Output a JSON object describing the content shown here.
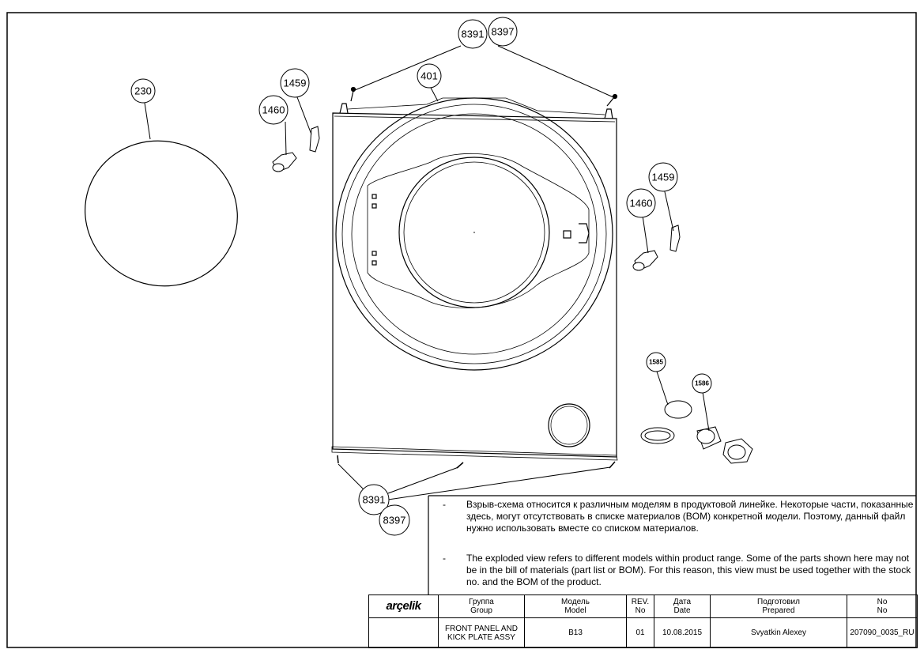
{
  "drawing": {
    "callouts": {
      "c8391_top": "8391",
      "c8397_top": "8397",
      "c401": "401",
      "c230": "230",
      "c1459_left": "1459",
      "c1460_left": "1460",
      "c1459_right": "1459",
      "c1460_right": "1460",
      "c1585": "1585",
      "c1586": "1586",
      "c8391_bottom": "8391",
      "c8397_bottom": "8397"
    }
  },
  "notes": {
    "dash": "-",
    "ru": "Взрыв-схема относится к различным моделям в продуктовой линейке. Некоторые части, показанные здесь, могут отсутствовать в списке материалов (BOM) конкретной модели. Поэтому, данный файл нужно использовать вместе со списком материалов.",
    "en": "The exploded view refers to different models within product range. Some of the parts shown here may not be in the bill of materials (part list or BOM). For this reason, this view must be used together with the stock no. and the BOM of the product."
  },
  "title_block": {
    "logo": "arçelik",
    "headers": {
      "group_ru": "Группа",
      "group_en": "Group",
      "model_ru": "Модель",
      "model_en": "Model",
      "rev_ru": "REV.",
      "rev_en": "No",
      "date_ru": "Дата",
      "date_en": "Date",
      "prepared_ru": "Подготовил",
      "prepared_en": "Prepared",
      "no_ru": "No",
      "no_en": "No"
    },
    "values": {
      "group_line1": "FRONT PANEL AND",
      "group_line2": "KICK PLATE ASSY",
      "model": "B13",
      "rev": "01",
      "date": "10.08.2015",
      "prepared": "Svyatkin Alexey",
      "doc_no": "207090_0035_RU"
    }
  }
}
